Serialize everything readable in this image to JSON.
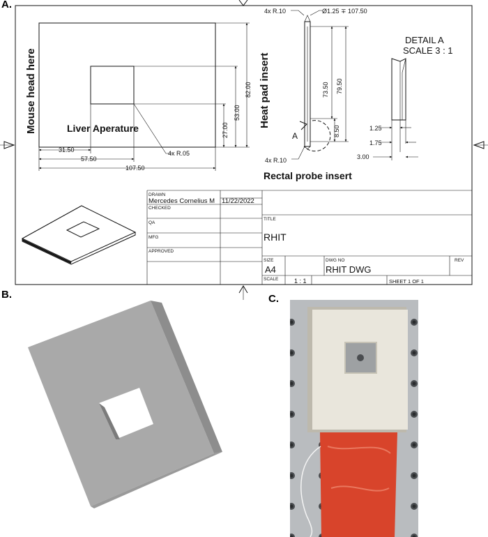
{
  "panels": {
    "a": "A.",
    "b": "B.",
    "c": "C."
  },
  "drawing": {
    "mouse_head": "Mouse head here",
    "liver_aperture": "Liver Aperature",
    "heat_pad": "Heat pad insert",
    "rectal_probe": "Rectal probe insert",
    "detail_title": "DETAIL  A",
    "detail_scale": "SCALE 3 : 1",
    "detail_marker": "A",
    "dims": {
      "d31_50": "31.50",
      "d57_50": "57.50",
      "d107_50": "107.50",
      "d27_00": "27.00",
      "d53_00": "53.00",
      "d82_00": "82.00",
      "r05": "4x R.05",
      "r10_top": "4x R.10",
      "r10_bottom": "4x R.10",
      "hole": "Ø1.25 ∓ 107.50",
      "d73_50": "73.50",
      "d79_50": "79.50",
      "d8_50": "8.50",
      "d1_25": "1.25",
      "d1_75": "1.75",
      "d3_00": "3.00"
    }
  },
  "title_block": {
    "drawn_label": "DRAWN",
    "drawn_name": "Mercedes Cornelius M",
    "drawn_date": "11/22/2022",
    "checked_label": "CHECKED",
    "qa_label": "QA",
    "mfg_label": "MFG",
    "approved_label": "APPROVED",
    "title_label": "TITLE",
    "title_value": "RHIT",
    "size_label": "SIZE",
    "size_value": "A4",
    "dwg_no_label": "DWG NO",
    "dwg_no_value": "RHIT DWG",
    "rev_label": "REV",
    "scale_label": "SCALE",
    "scale_value": "1 : 1",
    "sheet_value": "SHEET 1  OF 1"
  },
  "colors": {
    "plate_gray": "#a9a9a9",
    "plate_edge": "#8d8d8d",
    "print_white": "#e9e6dc",
    "heat_pad_red": "#d8442b",
    "steel": "#b9bcbf"
  }
}
